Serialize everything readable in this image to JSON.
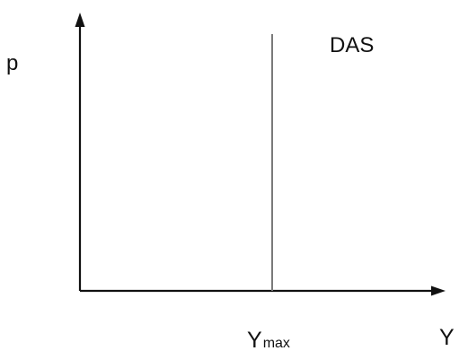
{
  "labels": {
    "y_axis": "p",
    "x_axis": "Y",
    "curve": "DAS",
    "marker_main": "Y",
    "marker_sub": "max"
  },
  "colors": {
    "axis": "#111111",
    "curve": "#7a7a7a",
    "text": "#111111"
  }
}
